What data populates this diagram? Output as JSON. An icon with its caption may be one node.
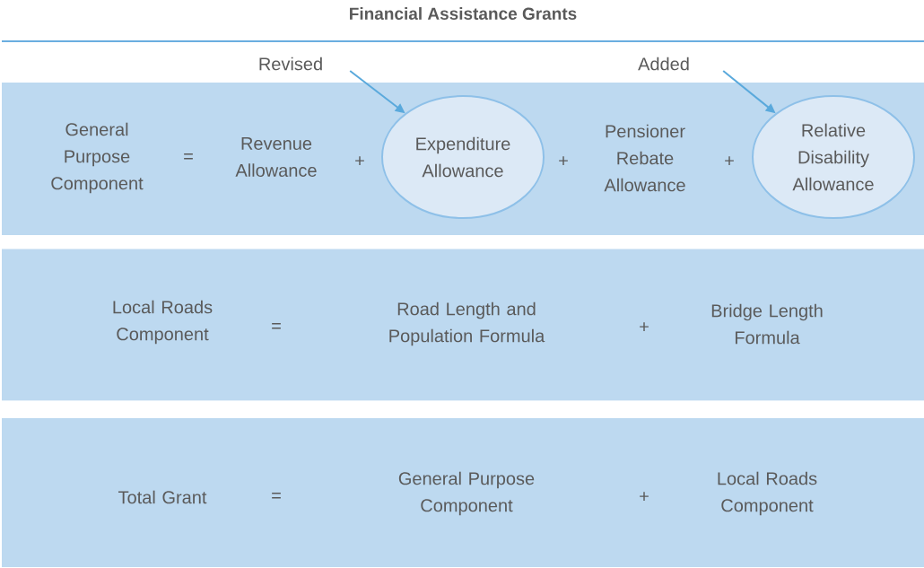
{
  "diagram": {
    "title": "Financial Assistance Grants",
    "nodes": [
      {
        "text": [],
        "shape": "band"
      },
      {
        "text": [
          "General Purpose Component"
        ],
        "in": 0
      },
      {
        "text": [
          "Revenue Allowance"
        ],
        "in": 0
      },
      {
        "text": [
          "Expenditure Allowance"
        ],
        "in": 0
      },
      {
        "text": [
          "Pensioner Rebate Allowance"
        ],
        "in": 0
      },
      {
        "text": [
          "Relative Disability Allowance"
        ],
        "in": 0
      },
      {
        "text": [
          "Revised"
        ]
      },
      {
        "text": [
          "Added"
        ]
      },
      {
        "text": [],
        "shape": "band"
      },
      {
        "text": [
          "Local Roads Component"
        ],
        "in": 8
      },
      {
        "text": [
          "Road Length and Population Formula"
        ],
        "in": 8
      },
      {
        "text": [
          "Bridge Length Formula"
        ],
        "in": 8
      },
      {
        "text": [],
        "shape": "band"
      },
      {
        "text": [
          "Total Grant"
        ],
        "in": 12
      },
      {
        "text": [
          "General Purpose Component"
        ],
        "in": 12
      },
      {
        "text": [
          "Local Roads Component"
        ],
        "in": 12
      }
    ],
    "edges": [
      {
        "from": 6,
        "to": 3,
        "arrow": "to"
      },
      {
        "from": 7,
        "to": 5,
        "arrow": "to"
      }
    ],
    "labels": [
      "=",
      "+",
      "+",
      "+",
      "=",
      "+",
      "=",
      "+"
    ]
  }
}
